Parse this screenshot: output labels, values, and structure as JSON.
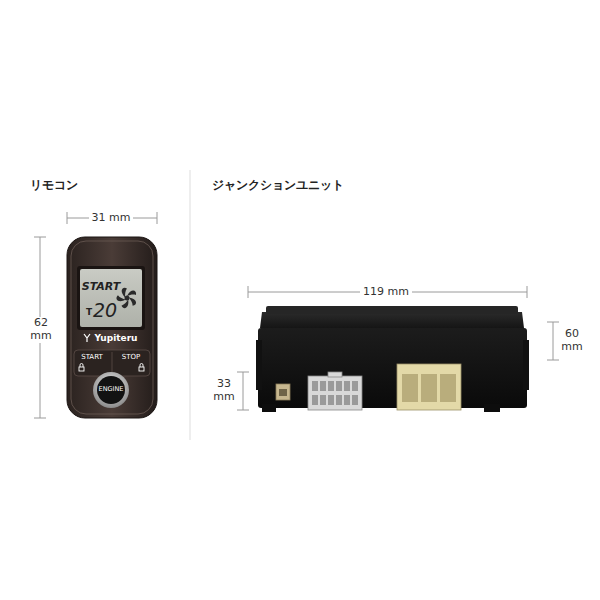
{
  "diagram": {
    "labels": [
      "リモコン",
      "31 mm",
      "62 mm",
      "START",
      "T",
      "20",
      "Yupiteru",
      "START",
      "STOP",
      "ENGINE",
      "ジャンクションユニット",
      "119 mm",
      "60 mm",
      "33 mm"
    ]
  }
}
